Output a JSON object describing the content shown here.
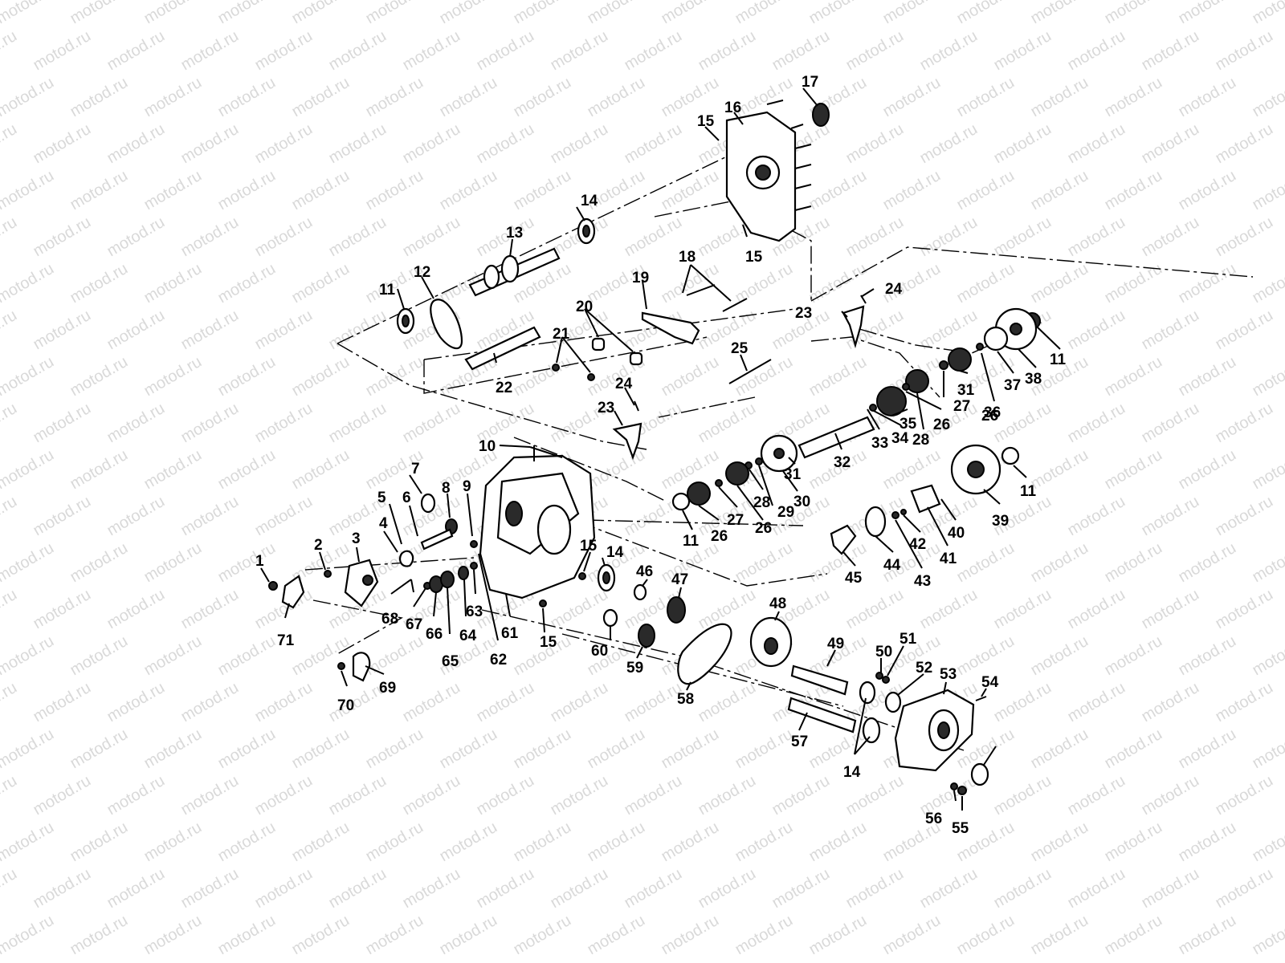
{
  "watermark": "motod.ru",
  "callouts": [
    {
      "label": "1"
    },
    {
      "label": "2"
    },
    {
      "label": "3"
    },
    {
      "label": "4"
    },
    {
      "label": "5"
    },
    {
      "label": "6"
    },
    {
      "label": "7"
    },
    {
      "label": "8"
    },
    {
      "label": "9"
    },
    {
      "label": "10"
    },
    {
      "label": "11"
    },
    {
      "label": "11"
    },
    {
      "label": "11"
    },
    {
      "label": "11"
    },
    {
      "label": "12"
    },
    {
      "label": "13"
    },
    {
      "label": "14"
    },
    {
      "label": "14"
    },
    {
      "label": "14"
    },
    {
      "label": "15"
    },
    {
      "label": "15"
    },
    {
      "label": "15"
    },
    {
      "label": "15"
    },
    {
      "label": "16"
    },
    {
      "label": "17"
    },
    {
      "label": "18"
    },
    {
      "label": "19"
    },
    {
      "label": "20"
    },
    {
      "label": "21"
    },
    {
      "label": "22"
    },
    {
      "label": "23"
    },
    {
      "label": "23"
    },
    {
      "label": "24"
    },
    {
      "label": "24"
    },
    {
      "label": "25"
    },
    {
      "label": "26"
    },
    {
      "label": "26"
    },
    {
      "label": "26"
    },
    {
      "label": "26"
    },
    {
      "label": "27"
    },
    {
      "label": "27"
    },
    {
      "label": "28"
    },
    {
      "label": "28"
    },
    {
      "label": "29"
    },
    {
      "label": "30"
    },
    {
      "label": "31"
    },
    {
      "label": "31"
    },
    {
      "label": "32"
    },
    {
      "label": "33"
    },
    {
      "label": "34"
    },
    {
      "label": "35"
    },
    {
      "label": "36"
    },
    {
      "label": "37"
    },
    {
      "label": "38"
    },
    {
      "label": "39"
    },
    {
      "label": "40"
    },
    {
      "label": "41"
    },
    {
      "label": "42"
    },
    {
      "label": "43"
    },
    {
      "label": "44"
    },
    {
      "label": "45"
    },
    {
      "label": "46"
    },
    {
      "label": "47"
    },
    {
      "label": "48"
    },
    {
      "label": "49"
    },
    {
      "label": "50"
    },
    {
      "label": "51"
    },
    {
      "label": "52"
    },
    {
      "label": "53"
    },
    {
      "label": "54"
    },
    {
      "label": "55"
    },
    {
      "label": "56"
    },
    {
      "label": "57"
    },
    {
      "label": "58"
    },
    {
      "label": "59"
    },
    {
      "label": "60"
    },
    {
      "label": "61"
    },
    {
      "label": "62"
    },
    {
      "label": "63"
    },
    {
      "label": "64"
    },
    {
      "label": "65"
    },
    {
      "label": "66"
    },
    {
      "label": "67"
    },
    {
      "label": "68"
    },
    {
      "label": "69"
    },
    {
      "label": "70"
    },
    {
      "label": "71"
    }
  ]
}
